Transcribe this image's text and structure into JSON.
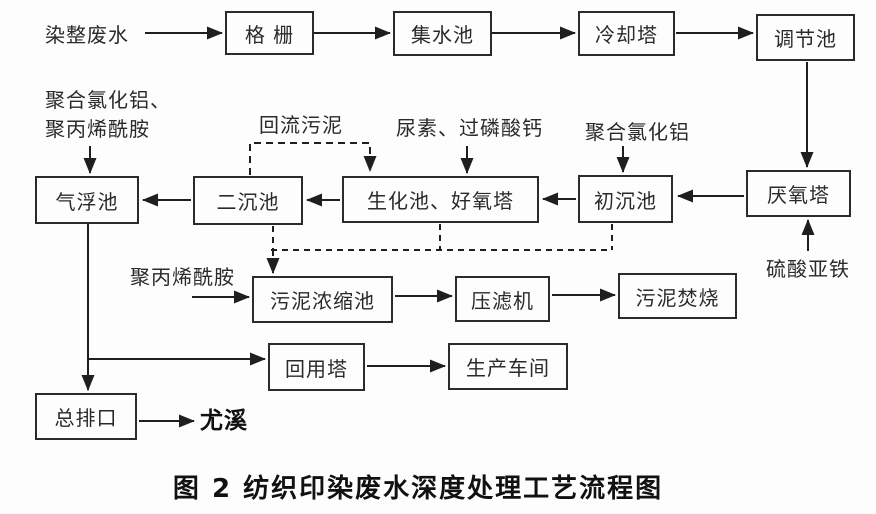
{
  "figure": {
    "caption": "图 2  纺织印染废水深度处理工艺流程图"
  },
  "nodes": {
    "grid_screen": {
      "label": "格 栅"
    },
    "collecting_tank": {
      "label": "集水池"
    },
    "cooling_tower": {
      "label": "冷却塔"
    },
    "regulating_tank": {
      "label": "调节池"
    },
    "anaerobic_tower": {
      "label": "厌氧塔"
    },
    "primary_sedimentation_tank": {
      "label": "初沉池"
    },
    "biochemical_tank_aerobic_tower": {
      "label": "生化池、好氧塔"
    },
    "secondary_sedimentation_tank": {
      "label": "二沉池"
    },
    "air_flotation_tank": {
      "label": "气浮池"
    },
    "sludge_thickening_tank": {
      "label": "污泥浓缩池"
    },
    "filter_press": {
      "label": "压滤机"
    },
    "sludge_incineration": {
      "label": "污泥焚烧"
    },
    "reuse_tower": {
      "label": "回用塔"
    },
    "production_workshop": {
      "label": "生产车间"
    },
    "main_outfall": {
      "label": "总排口"
    }
  },
  "labels": {
    "influent": "染整废水",
    "pac_pam_line1": "聚合氯化铝、",
    "pac_pam_line2": "聚丙烯酰胺",
    "return_sludge": "回流污泥",
    "urea_superphosphate": "尿素、过磷酸钙",
    "pac": "聚合氯化铝",
    "ferrous_sulfate": "硫酸亚铁",
    "pam": "聚丙烯酰胺",
    "youxi_river": "尤溪"
  },
  "colors": {
    "line": "#1f1f1f",
    "text": "#2a2a2a",
    "background": "#fdfdfd"
  }
}
